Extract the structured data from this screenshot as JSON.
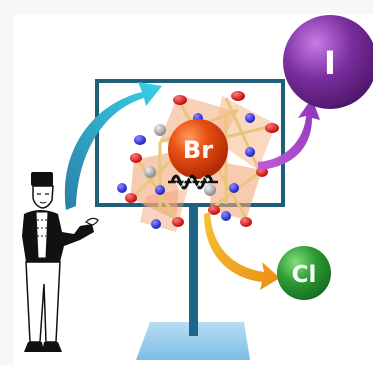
{
  "labels": {
    "center_atom": "Br",
    "right_top_atom": "I",
    "right_bottom_atom": "Cl"
  },
  "colors": {
    "board_frame": "#1f5f79",
    "stand": "#1c6788",
    "base": "#8ec8ea",
    "br_sphere": "#e0470f",
    "i_sphere": "#7a2f9e",
    "cl_sphere": "#2d9a35",
    "arrow_cyan": "#2bbcd6",
    "arrow_purple": "#a146c4",
    "arrow_orange": "#f0a420",
    "octahedron": "#f3a77c"
  },
  "icons": [
    "presenter-figure",
    "perovskite-lattice",
    "spring-bond"
  ]
}
